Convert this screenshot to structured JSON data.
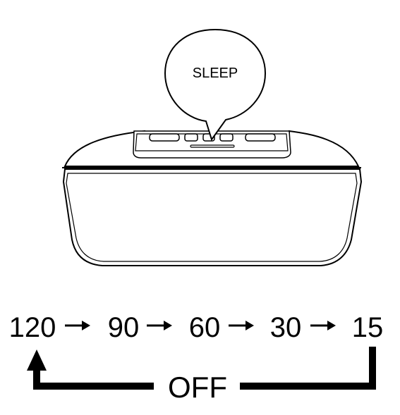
{
  "callout": {
    "label": "SLEEP"
  },
  "sequence": {
    "steps": [
      {
        "label": "120"
      },
      {
        "label": "90"
      },
      {
        "label": "60"
      },
      {
        "label": "30"
      },
      {
        "label": "15"
      }
    ],
    "loop_label": "OFF"
  }
}
